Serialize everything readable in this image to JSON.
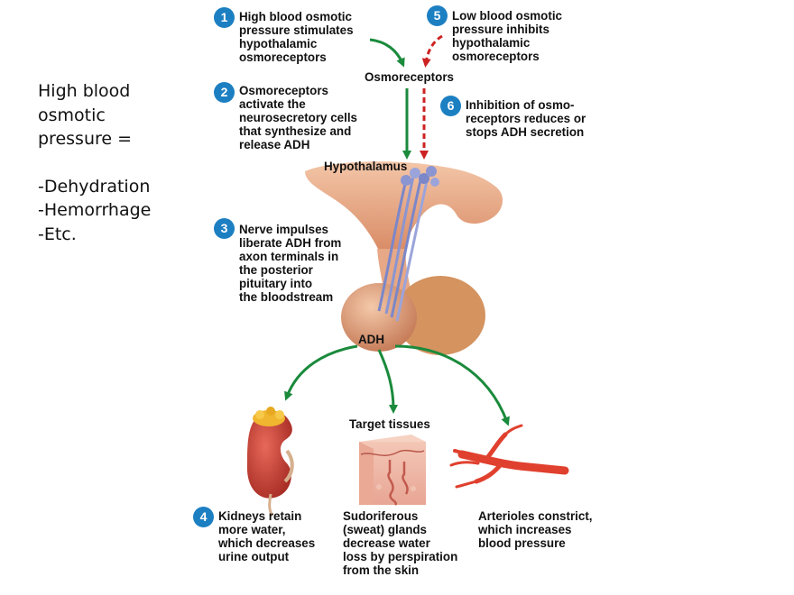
{
  "side_note": {
    "lines": [
      "High blood",
      "osmotic",
      "pressure =",
      "",
      "-Dehydration",
      "-Hemorrhage",
      "-Etc."
    ]
  },
  "steps": [
    {
      "number": "1",
      "lines": [
        "High blood osmotic",
        "pressure stimulates",
        "hypothalamic",
        "osmoreceptors"
      ]
    },
    {
      "number": "2",
      "lines": [
        "Osmoreceptors",
        "activate the",
        "neurosecretory cells",
        "that synthesize and",
        "release ADH"
      ]
    },
    {
      "number": "3",
      "lines": [
        "Nerve impulses",
        "liberate ADH from",
        "axon terminals in",
        "the posterior",
        "pituitary into",
        "the bloodstream"
      ]
    },
    {
      "number": "4",
      "lines": [
        "Kidneys retain",
        "more water,",
        "which decreases",
        "urine output"
      ]
    },
    {
      "number": "5",
      "lines": [
        "Low blood osmotic",
        "pressure inhibits",
        "hypothalamic",
        "osmoreceptors"
      ]
    },
    {
      "number": "6",
      "lines": [
        "Inhibition of osmo-",
        "receptors reduces or",
        "stops ADH secretion"
      ]
    }
  ],
  "labels": {
    "osmoreceptors": "Osmoreceptors",
    "hypothalamus": "Hypothalamus",
    "adh": "ADH",
    "target_tissues": "Target tissues"
  },
  "outcomes": {
    "sweat_glands": [
      "Sudoriferous",
      "(sweat) glands",
      "decrease water",
      "loss by perspiration",
      "from the skin"
    ],
    "arterioles": [
      "Arterioles constrict,",
      "which increases",
      "blood pressure"
    ]
  },
  "colors": {
    "badge": "#1c7fc2",
    "stimulate_arrow": "#1a8a3c",
    "inhibit_arrow": "#cc2222",
    "pituitary": "#d99774",
    "kidney": "#c63a2e",
    "artery": "#e0402e"
  }
}
